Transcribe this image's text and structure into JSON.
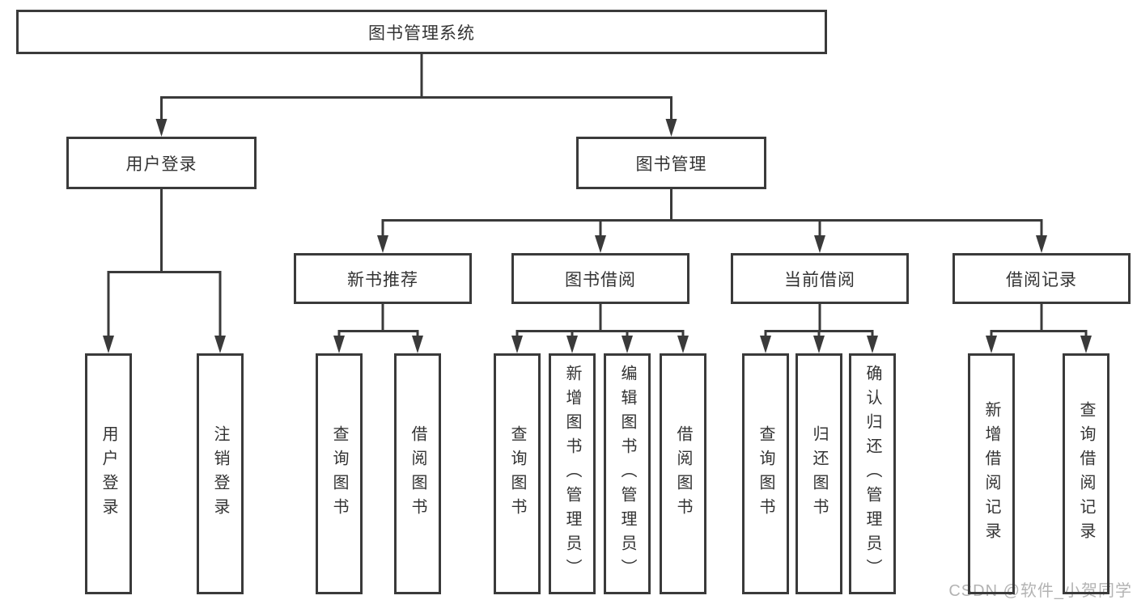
{
  "root_label": "图书管理系统",
  "login": {
    "label": "用户登录",
    "children": [
      "用户登录",
      "注销登录"
    ]
  },
  "mgmt": {
    "label": "图书管理",
    "sections": [
      {
        "label": "新书推荐",
        "children": [
          "查询图书",
          "借阅图书"
        ]
      },
      {
        "label": "图书借阅",
        "children": [
          "查询图书",
          "新增图书（管理员）",
          "编辑图书（管理员）",
          "借阅图书"
        ]
      },
      {
        "label": "当前借阅",
        "children": [
          "查询图书",
          "归还图书",
          "确认归还（管理员）"
        ]
      },
      {
        "label": "借阅记录",
        "children": [
          "新增借阅记录",
          "查询借阅记录"
        ]
      }
    ]
  },
  "watermark": "CSDN @软件_小贺同学",
  "colors": {
    "line": "#3a3a3a",
    "text": "#333333",
    "watermark": "#b3b3b3"
  }
}
